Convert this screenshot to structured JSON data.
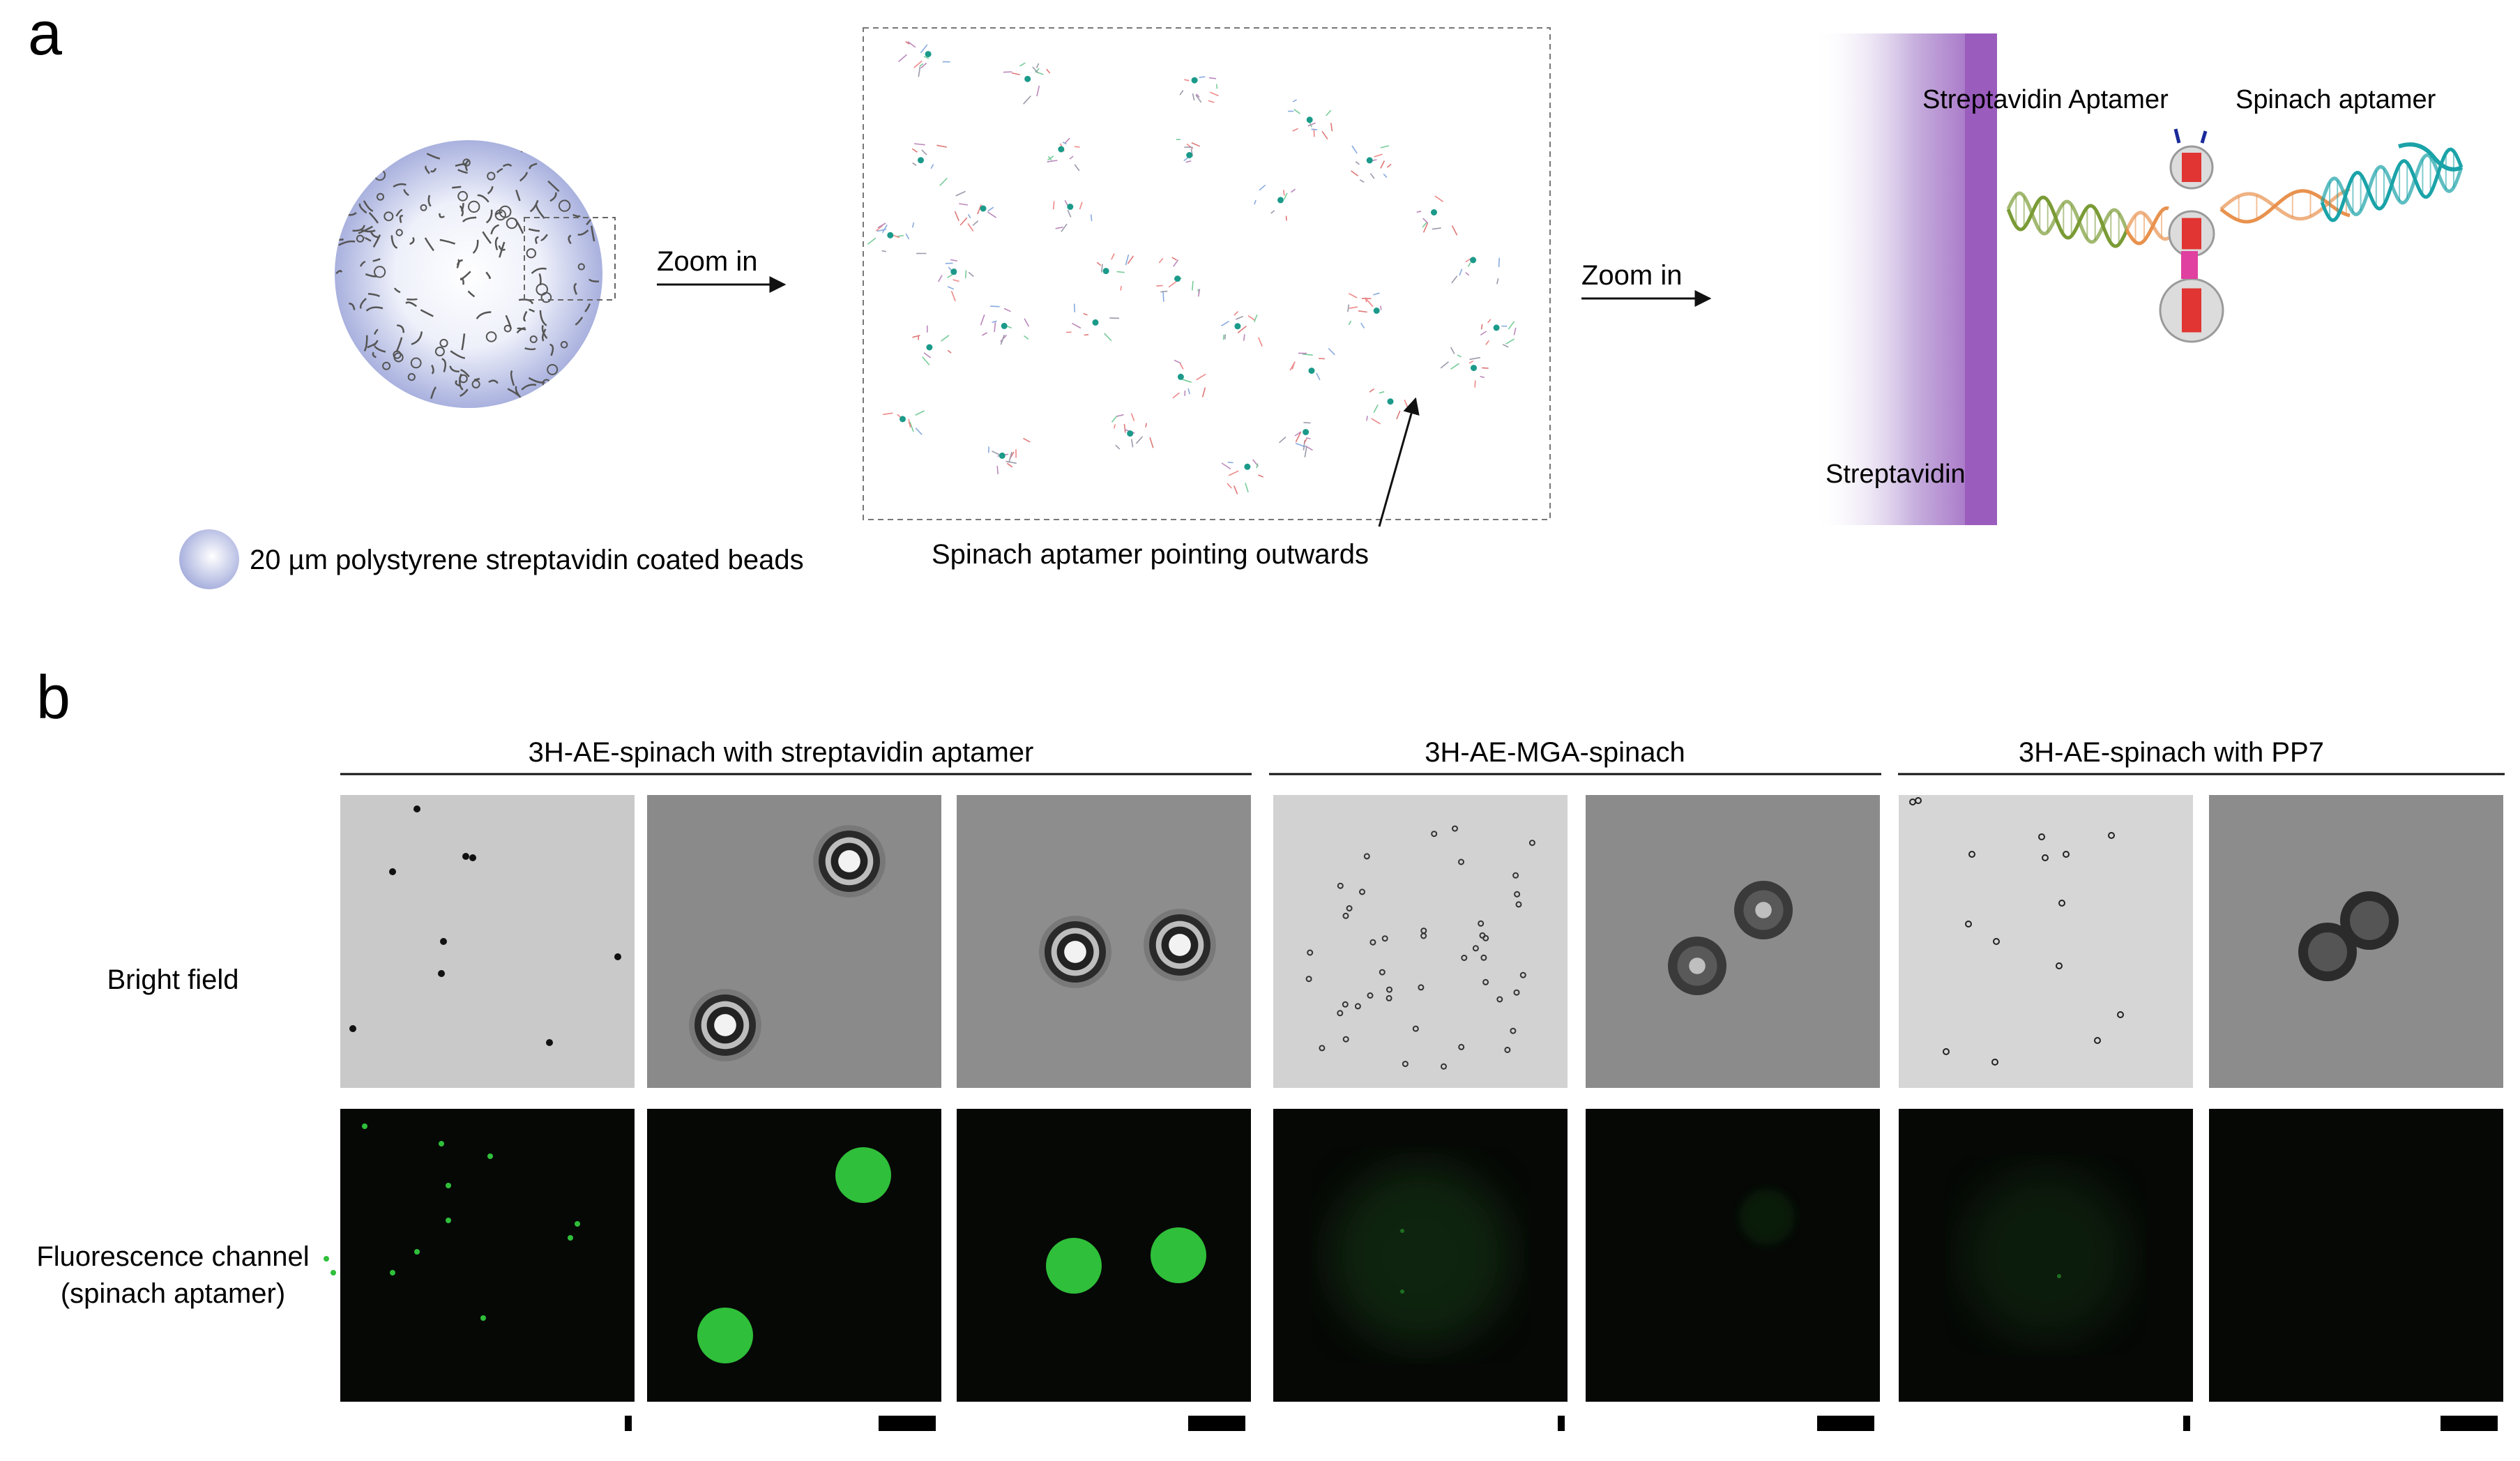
{
  "panel_a": {
    "label": "a",
    "zoom_in_1": "Zoom in",
    "zoom_in_2": "Zoom in",
    "legend_text": "20 µm polystyrene streptavidin coated beads",
    "pointer_label": "Spinach aptamer pointing outwards",
    "strep_aptamer_label": "Streptavidin Aptamer",
    "spinach_aptamer_label": "Spinach aptamer",
    "streptavidin_label": "Streptavidin",
    "colors": {
      "bead": "#aeb6e0",
      "surface": "#9a5cbd",
      "spinach": "#1aa3a8",
      "strep_aptamer": "#7a9b35",
      "highlight": "#e0221f"
    }
  },
  "panel_b": {
    "label": "b",
    "groups": [
      {
        "title": "3H-AE-spinach with streptavidin aptamer"
      },
      {
        "title": "3H-AE-MGA-spinach"
      },
      {
        "title": "3H-AE-spinach with PP7"
      }
    ],
    "row_labels": {
      "bright": "Bright field",
      "fluor_line1": "Fluorescence channel",
      "fluor_line2": "(spinach aptamer)"
    },
    "colors": {
      "fluorescence": "#2fbf3a",
      "background": "#060806"
    }
  }
}
